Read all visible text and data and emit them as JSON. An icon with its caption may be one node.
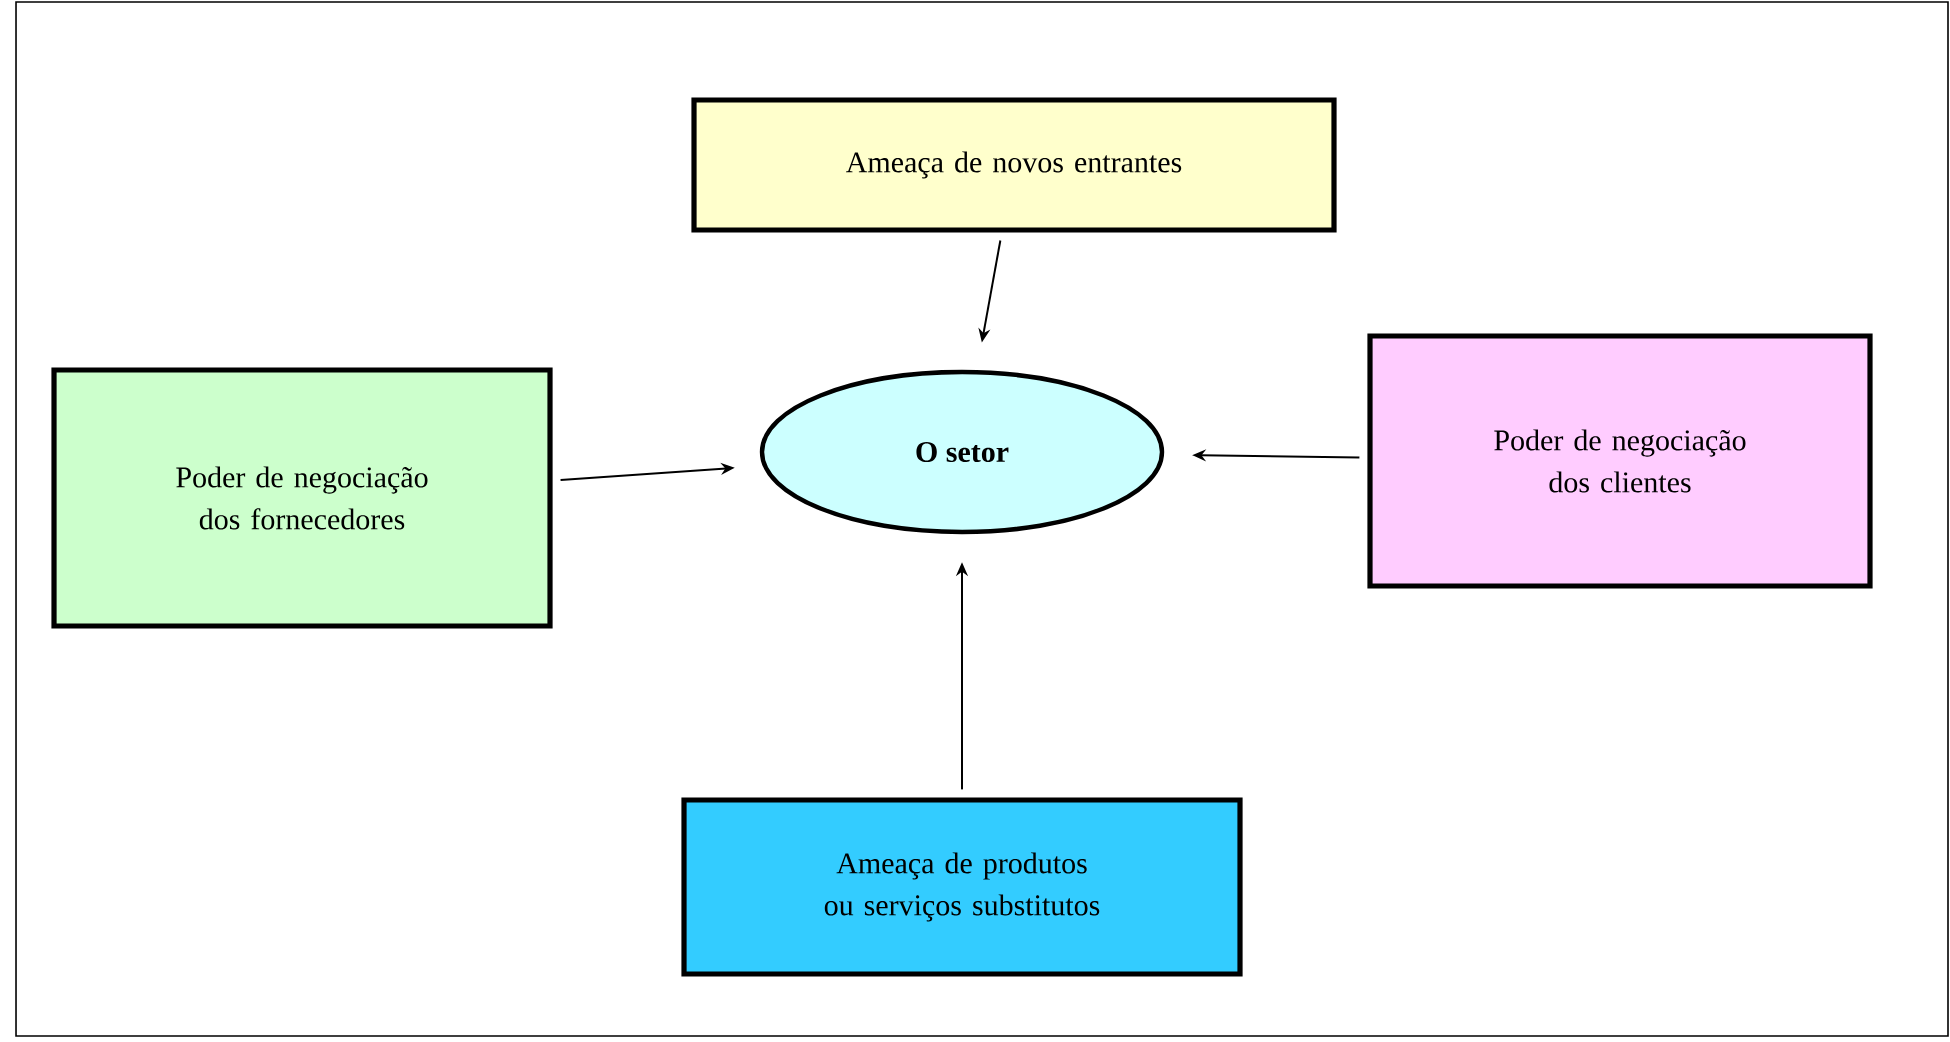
{
  "diagram": {
    "nodes": [
      {
        "text": [
          "Ameaça de novos entrantes"
        ]
      },
      {
        "text": [
          "Poder de negociação dos fornecedores"
        ]
      },
      {
        "text": [
          "Poder de negociação dos clientes"
        ]
      },
      {
        "text": [
          "Ameaça de produtos ou serviços substitutos"
        ]
      },
      {
        "text": [
          "O setor"
        ]
      }
    ],
    "edges": [
      {
        "from": 0,
        "to": 4,
        "arrow": "to"
      },
      {
        "from": 1,
        "to": 4,
        "arrow": "to"
      },
      {
        "from": 2,
        "to": 4,
        "arrow": "to"
      },
      {
        "from": 3,
        "to": 4,
        "arrow": "to"
      }
    ]
  }
}
